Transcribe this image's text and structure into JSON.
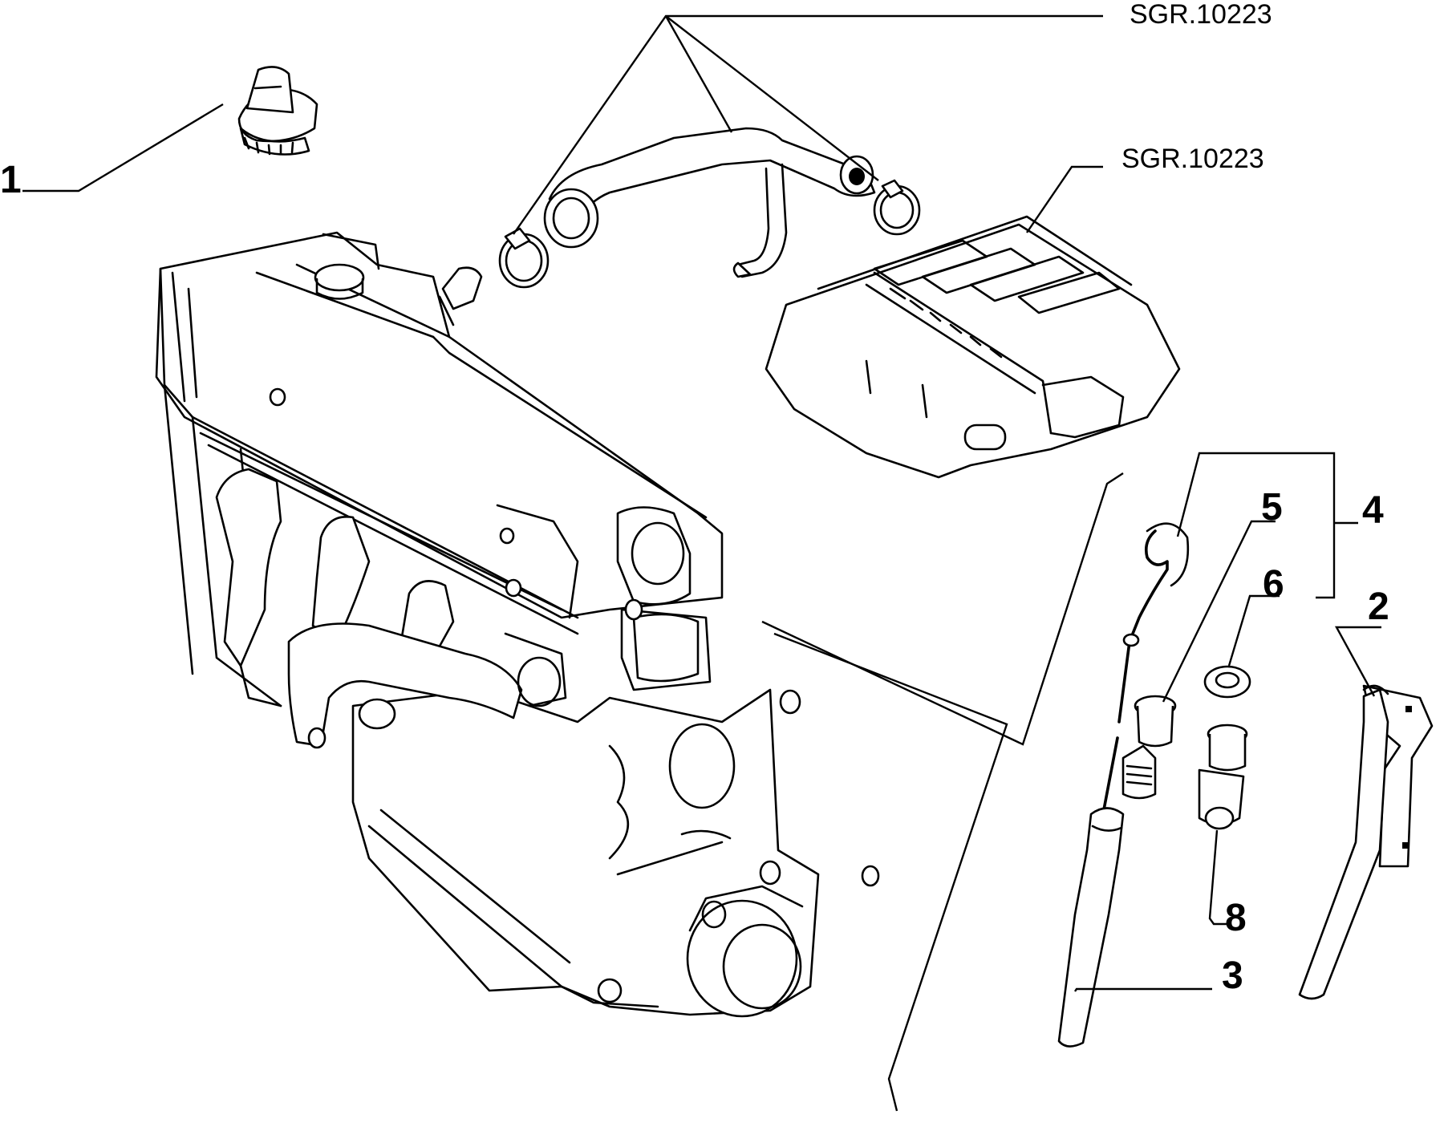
{
  "callouts": {
    "part_1": "1",
    "part_2": "2",
    "part_3": "3",
    "part_4": "4",
    "part_5": "5",
    "part_6": "6",
    "part_8": "8",
    "ref_top": "SGR.10223",
    "ref_mid": "SGR.10223"
  },
  "icons": [
    "oil-filler-cap-icon",
    "engine-block-icon",
    "breather-hose-icon",
    "hose-clamp-icon",
    "air-filter-housing-icon",
    "dipstick-icon",
    "dipstick-tube-icon",
    "dipstick-bracket-icon",
    "plug-icon",
    "seal-ring-icon"
  ]
}
